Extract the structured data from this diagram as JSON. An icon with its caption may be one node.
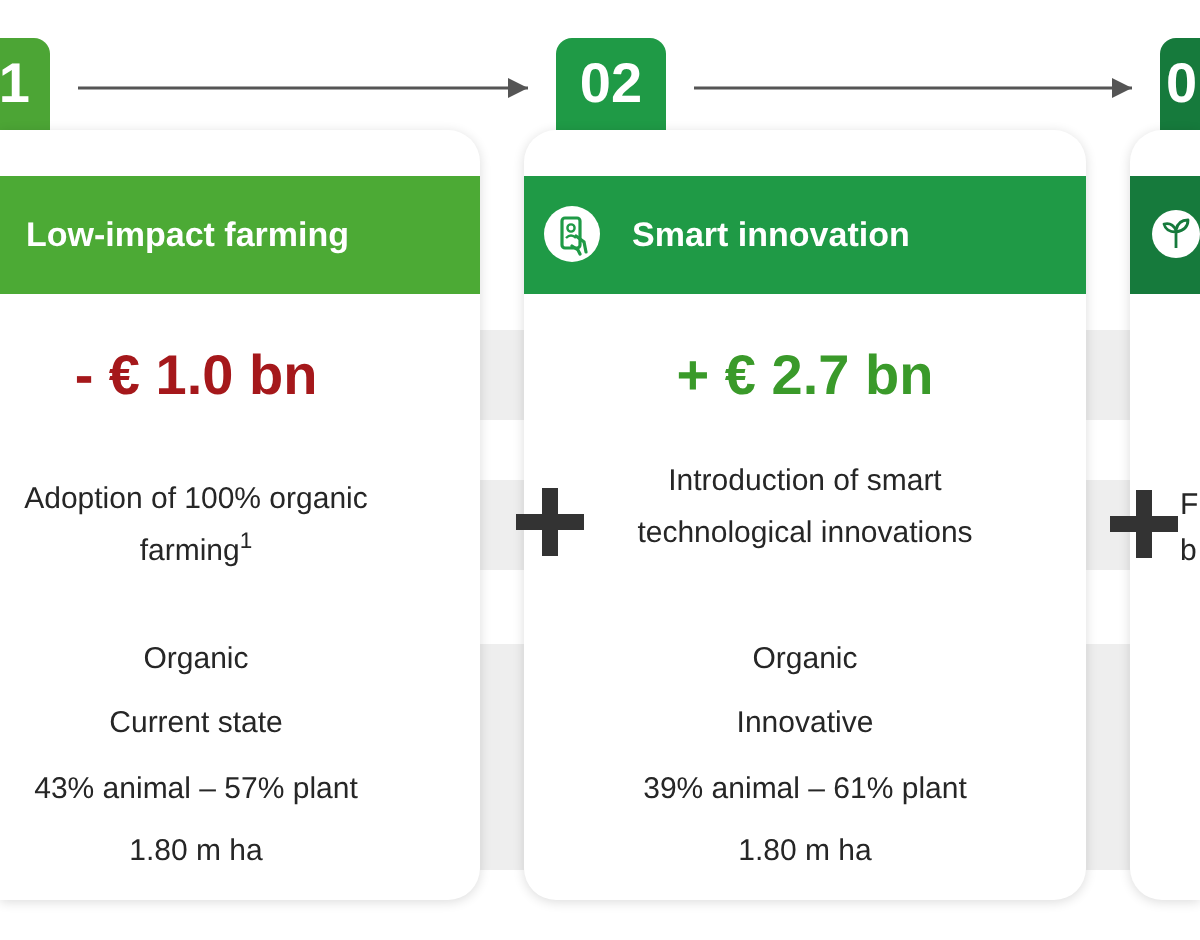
{
  "diagram": {
    "nodes": [
      {
        "text": [
          "1"
        ]
      },
      {
        "text": [
          "- € 1.0 bn",
          "Adoption of 100% organic farming$^{1}$",
          "Organic",
          "Current state",
          "43% animal – 57% plant",
          "1.80 m ha"
        ]
      },
      {
        "text": [
          "Low-impact farming"
        ],
        "in": 1
      },
      {
        "text": [
          "02"
        ]
      },
      {
        "text": [
          "+ € 2.7 bn",
          "Introduction of smart technological innovations",
          "Organic",
          "Innovative",
          "39% animal – 61% plant",
          "1.80 m ha"
        ]
      },
      {
        "text": [
          "Smart innovation"
        ],
        "in": 4
      },
      {
        "text": [
          "0"
        ]
      },
      {
        "text": [
          "F b"
        ]
      },
      {
        "text": [],
        "shape": "bar",
        "in": 7
      }
    ],
    "edges": [
      {
        "from": 0,
        "to": 3,
        "arrow": "to"
      },
      {
        "from": 3,
        "to": 6,
        "arrow": "to"
      }
    ]
  }
}
